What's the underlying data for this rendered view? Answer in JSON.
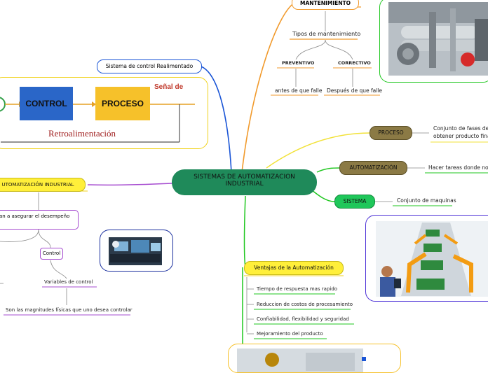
{
  "central": {
    "line1": "SISTEMAS DE AUTOMATIZACION",
    "line2": "INDUSTRIAL"
  },
  "mantenimiento": {
    "title": "MANTENIMIENTO",
    "tipos": "Tipos de mantenimiento",
    "preventivo": "PREVENTIVO",
    "correctivo": "CORRECTIVO",
    "antes": "antes de que falle",
    "despues": "Después de que falle"
  },
  "feedback": {
    "label": "Sistema de control Realimentado",
    "control": "CONTROL",
    "proceso": "PROCESO",
    "senal": "Señal de",
    "retro": "Retroalimentación"
  },
  "right_topics": [
    {
      "label": "PROCESO",
      "desc1": "Conjunto de fases de la",
      "desc2": "obtener producto final"
    },
    {
      "label": "AUTOMATIZACIÓN",
      "desc1": "Hacer tareas donde no in"
    },
    {
      "label": "SISTEMA",
      "desc1": "Conjunto de maquinas"
    }
  ],
  "left": {
    "title": "UTOMATIZACIÓN INDUSTRIAL",
    "box": "an a asegurar el desempeño",
    "control": "Control",
    "variables": "Variables de control",
    "magnitudes": "Son las magnitudes físicas que uno desea controlar"
  },
  "ventajas": {
    "title": "Ventajas de la Automatización",
    "items": [
      "Tiempo de respuesta mas rapido",
      "Reduccion de costos de procesamiento",
      "Confiabilidad, flexibilidad y seguridad",
      "Mejoramiento del producto"
    ]
  },
  "colors": {
    "central": "#1f8a5a",
    "topic": "#8b7a45",
    "yellow": "#ffef3a",
    "green": "#1fd11f",
    "purple": "#a64cd0",
    "gold": "#f6c12a",
    "navy": "#1a2f9e"
  }
}
